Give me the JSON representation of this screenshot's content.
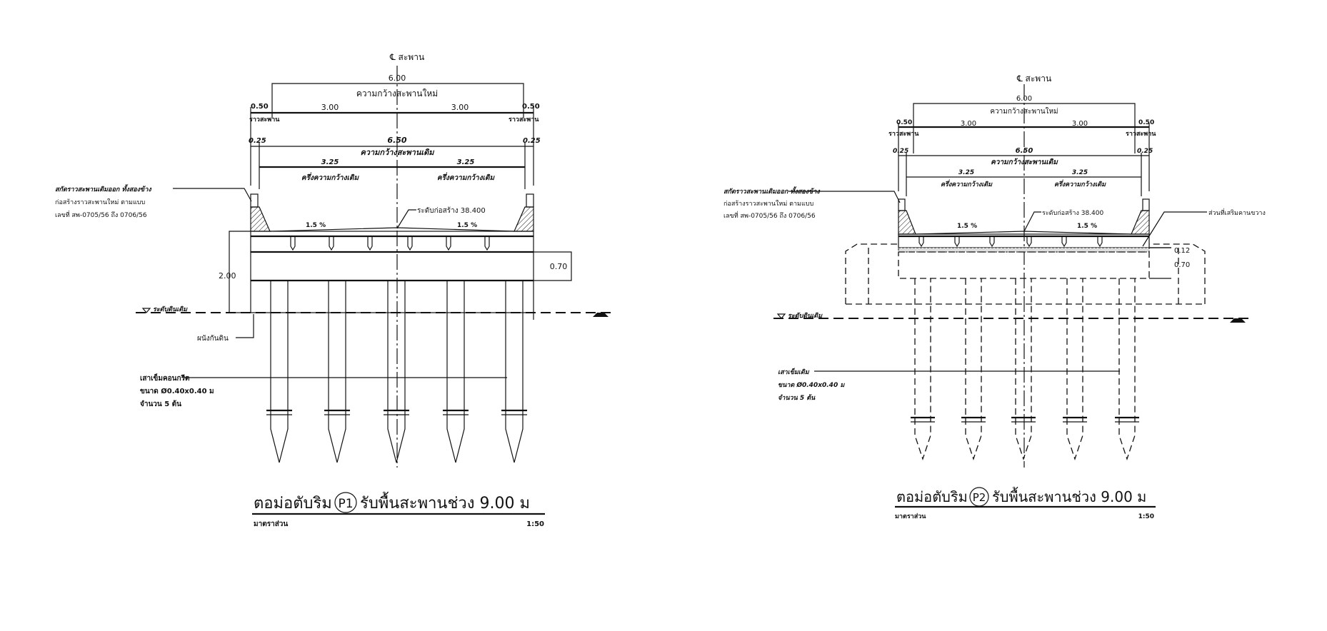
{
  "drawings": [
    {
      "id": "P1",
      "centerline_label": "℄ สะพาน",
      "new_width": {
        "value": "6.00",
        "label": "ความกว้างสะพานใหม่"
      },
      "rail_left": {
        "value": "0.50",
        "label": "ราวสะพาน"
      },
      "rail_right": {
        "value": "0.50",
        "label": "ราวสะพาน"
      },
      "half_new_left": "3.00",
      "half_new_right": "3.00",
      "old_edge_left": "0.25",
      "old_edge_right": "0.25",
      "old_width": {
        "value": "6.50",
        "label": "ความกว้างสะพานเดิม"
      },
      "half_old_left": {
        "value": "3.25",
        "label": "ครึ่งความกว้างเดิม"
      },
      "half_old_right": {
        "value": "3.25",
        "label": "ครึ่งความกว้างเดิม"
      },
      "rail_note": [
        "สกัดราวสะพานเดิมออก ทั้งสองข้าง",
        "ก่อสร้างราวสะพานใหม่ ตามแบบ",
        "เลขที่ สพ-0705/56 ถึง 0706/56"
      ],
      "construction_level": "ระดับก่อสร้าง 38.400",
      "slope_left": "1.5 %",
      "slope_right": "1.5 %",
      "height_dim": "2.00",
      "cap_dim": "0.70",
      "ground_label": "ระดับดินเดิม",
      "wall_label": "ผนังกันดิน",
      "pile_note": [
        "เสาเข็มคอนกรีต",
        "ขนาด Ø0.40x0.40 ม",
        "จำนวน 5 ต้น"
      ],
      "title_prefix": "ตอม่อตับริม",
      "title_badge": "P1",
      "title_suffix": "รับพื้นสะพานช่วง 9.00 ม",
      "scale_label": "มาตราส่วน",
      "scale_value": "1:50"
    },
    {
      "id": "P2",
      "centerline_label": "℄ สะพาน",
      "new_width": {
        "value": "6.00",
        "label": "ความกว้างสะพานใหม่"
      },
      "rail_left": {
        "value": "0.50",
        "label": "ราวสะพาน"
      },
      "rail_right": {
        "value": "0.50",
        "label": "ราวสะพาน"
      },
      "half_new_left": "3.00",
      "half_new_right": "3.00",
      "old_edge_left": "0.25",
      "old_edge_right": "0.25",
      "old_width": {
        "value": "6.50",
        "label": "ความกว้างสะพานเดิม"
      },
      "half_old_left": {
        "value": "3.25",
        "label": "ครึ่งความกว้างเดิม"
      },
      "half_old_right": {
        "value": "3.25",
        "label": "ครึ่งความกว้างเดิม"
      },
      "rail_note": [
        "สกัดราวสะพานเดิมออก ทั้งสองข้าง",
        "ก่อสร้างราวสะพานใหม่ ตามแบบ",
        "เลขที่ สพ-0705/56 ถึง 0706/56"
      ],
      "construction_level": "ระดับก่อสร้าง 38.400",
      "slope_left": "1.5 %",
      "slope_right": "1.5 %",
      "beam_note": "ส่วนที่เสริมคานขวาง",
      "layer_dim": "0.12",
      "cap_dim": "0.70",
      "ground_label": "ระดับดินเดิม",
      "pile_note": [
        "เสาเข็มเดิม",
        "ขนาด Ø0.40x0.40 ม",
        "จำนวน 5 ต้น"
      ],
      "title_prefix": "ตอม่อตับริม",
      "title_badge": "P2",
      "title_suffix": "รับพื้นสะพานช่วง 9.00 ม",
      "scale_label": "มาตราส่วน",
      "scale_value": "1:50"
    }
  ]
}
